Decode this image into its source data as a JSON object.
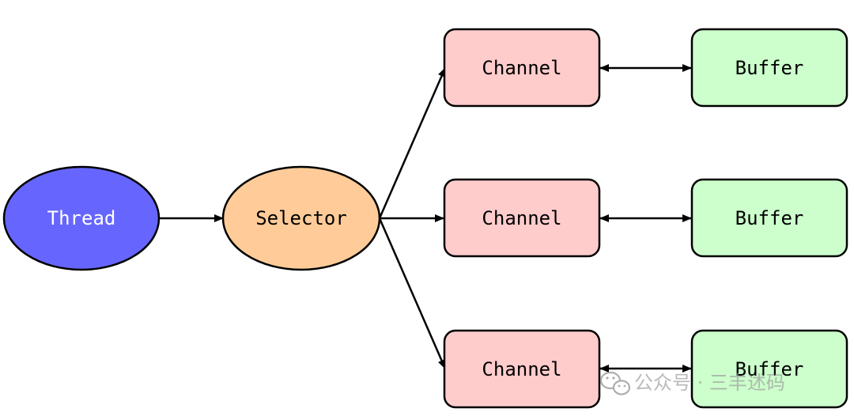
{
  "diagram": {
    "nodes": {
      "thread": {
        "label": "Thread",
        "fill": "#6666ff"
      },
      "selector": {
        "label": "Selector",
        "fill": "#ffcc99"
      },
      "channel_1": {
        "label": "Channel",
        "fill": "#ffcccc"
      },
      "channel_2": {
        "label": "Channel",
        "fill": "#ffcccc"
      },
      "channel_3": {
        "label": "Channel",
        "fill": "#ffcccc"
      },
      "buffer_1": {
        "label": "Buffer",
        "fill": "#ccffcc"
      },
      "buffer_2": {
        "label": "Buffer",
        "fill": "#ccffcc"
      },
      "buffer_3": {
        "label": "Buffer",
        "fill": "#ccffcc"
      }
    },
    "edges": [
      {
        "from": "thread",
        "to": "selector",
        "direction": "forward"
      },
      {
        "from": "selector",
        "to": "channel_1",
        "direction": "forward"
      },
      {
        "from": "selector",
        "to": "channel_2",
        "direction": "forward"
      },
      {
        "from": "selector",
        "to": "channel_3",
        "direction": "forward"
      },
      {
        "from": "channel_1",
        "to": "buffer_1",
        "direction": "both"
      },
      {
        "from": "channel_2",
        "to": "buffer_2",
        "direction": "both"
      },
      {
        "from": "channel_3",
        "to": "buffer_3",
        "direction": "both"
      }
    ]
  },
  "watermark": {
    "text": "公众号 · 三丰述码",
    "icon": "wechat-icon"
  },
  "colors": {
    "stroke": "#000000",
    "watermark": "#9a9a9a"
  }
}
